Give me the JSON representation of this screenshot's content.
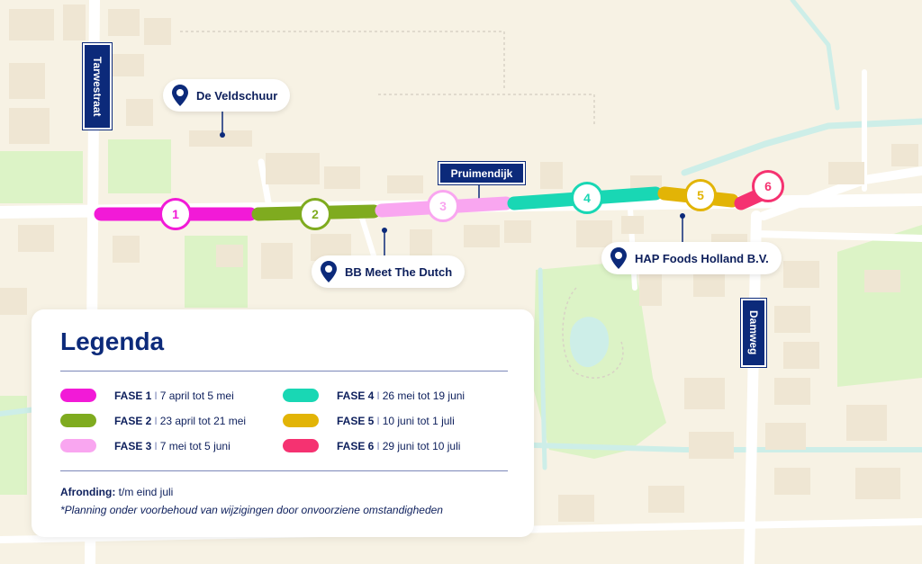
{
  "colors": {
    "background": "#f7f2e4",
    "park": "#dcf3c6",
    "water": "#cdeee8",
    "building": "#efe6d3",
    "road": "#ffffff",
    "brand_navy": "#0c2a7a"
  },
  "icons": {
    "pin": "map-pin-icon"
  },
  "streets": [
    {
      "label": "Tarwestraat"
    },
    {
      "label": "Pruimendijk"
    },
    {
      "label": "Damweg"
    }
  ],
  "places": [
    {
      "label": "De Veldschuur"
    },
    {
      "label": "BB Meet The Dutch"
    },
    {
      "label": "HAP Foods Holland B.V."
    }
  ],
  "phases": [
    {
      "number": "1",
      "name": "FASE 1",
      "period": "7 april tot 5 mei",
      "color": "#f21ad7"
    },
    {
      "number": "2",
      "name": "FASE 2",
      "period": "23 april tot 21 mei",
      "color": "#7fab1f"
    },
    {
      "number": "3",
      "name": "FASE 3",
      "period": "7 mei tot 5 juni",
      "color": "#f9a6f0"
    },
    {
      "number": "4",
      "name": "FASE 4",
      "period": "26 mei tot 19 juni",
      "color": "#19d7b4"
    },
    {
      "number": "5",
      "name": "FASE 5",
      "period": "10 juni tot 1 juli",
      "color": "#e2b406"
    },
    {
      "number": "6",
      "name": "FASE 6",
      "period": "29 juni tot 10 juli",
      "color": "#f53271"
    }
  ],
  "legend": {
    "title": "Legenda",
    "separator": "I",
    "completion_label": "Afronding:",
    "completion_value": "t/m eind juli",
    "note": "*Planning onder voorbehoud van wijzigingen door onvoorziene omstandigheden"
  }
}
